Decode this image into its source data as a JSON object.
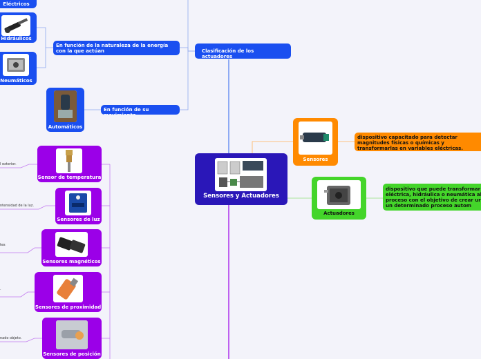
{
  "colors": {
    "root": "#2a17b8",
    "class": "#1a4ff0",
    "sensors": "#ff8a00",
    "actuators": "#44d52a",
    "purple": "#9b00e8",
    "line_blue": "#4d7af0",
    "line_purple": "#9b00e8"
  },
  "root": {
    "label": "Sensores y Actuadores",
    "image": "circuit-board-icon"
  },
  "clasificacion": {
    "label": "Clasificación de los actuadores"
  },
  "energia": {
    "label": "En función de la naturaleza de la energía con la que actúan"
  },
  "movimiento": {
    "label": "En función de su movimiento"
  },
  "electricos": {
    "label": "Eléctricos"
  },
  "hidraulicos": {
    "label": "Hidráulicos",
    "image": "hydraulic-cylinder-icon"
  },
  "neumaticos": {
    "label": "Neumáticos",
    "image": "pneumatic-actuator-icon"
  },
  "automaticos": {
    "label": "Automáticos",
    "image": "automatic-actuator-icon"
  },
  "sensores": {
    "label": "Sensores",
    "image": "sensor-icon",
    "definition": "dispositivo capacitado para detectar magnitudes físicas o químicas y transformarlas en variables eléctricas."
  },
  "actuadores": {
    "label": "Actuadores",
    "image": "actuator-icon",
    "definition": "dispositivo que puede transformar en eléctrica, hidráulica o neumática al ac un proceso con el objetivo de crear ur sobre un determinado proceso autom"
  },
  "sensor_types": [
    {
      "label": "Sensor de temperatura",
      "image": "thermistor-icon",
      "note": "l exterior."
    },
    {
      "label": "Sensores de luz",
      "image": "light-sensor-icon",
      "note": "ntensidad de la luz."
    },
    {
      "label": "Sensores magnéticos",
      "image": "magnetic-sensor-icon",
      "note": "tes"
    },
    {
      "label": "Sensores de proximidad",
      "image": "proximity-sensor-icon",
      "note": "."
    },
    {
      "label": "Sensores de posición",
      "image": "position-sensor-icon",
      "note": "nado objeto."
    }
  ]
}
